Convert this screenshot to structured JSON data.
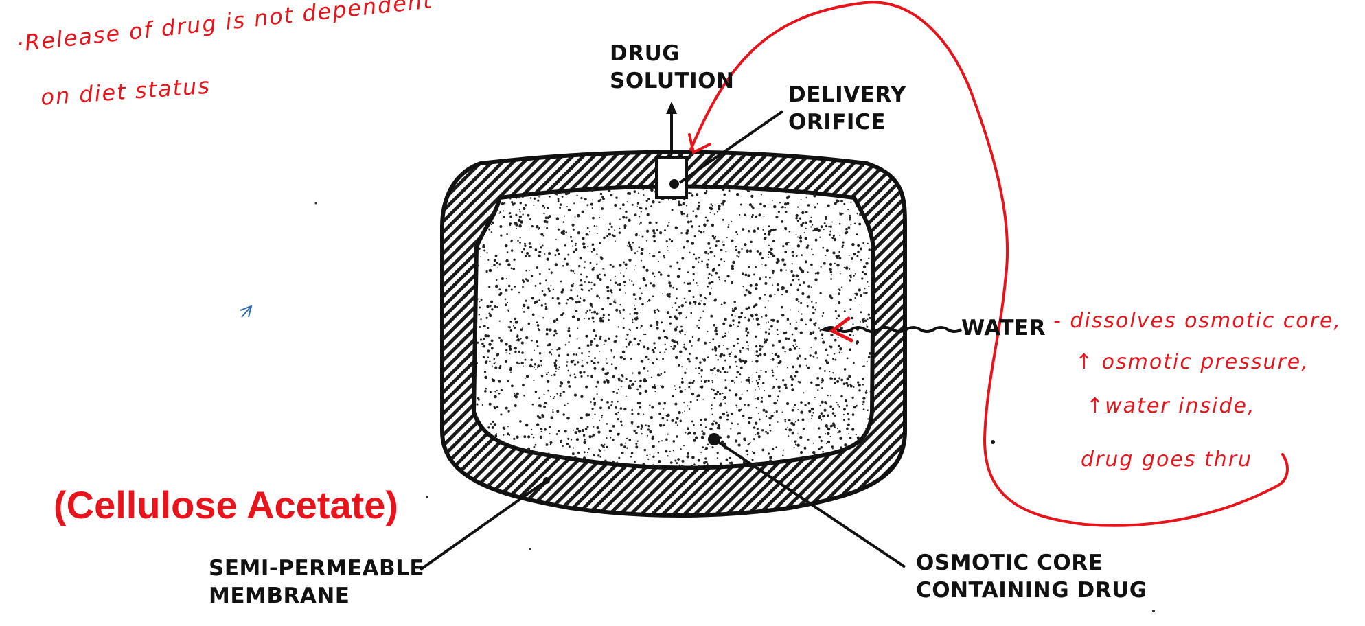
{
  "labels": {
    "drug_solution": [
      "DRUG",
      "SOLUTION"
    ],
    "delivery_orifice": [
      "DELIVERY",
      "ORIFICE"
    ],
    "water": "WATER",
    "semi_permeable_membrane": [
      "SEMI-PERMEABLE",
      "MEMBRANE"
    ],
    "osmotic_core": [
      "OSMOTIC CORE",
      "CONTAINING DRUG"
    ]
  },
  "annotations": {
    "release_note": [
      "·Release of drug is not dependent",
      "on diet status"
    ],
    "water_note": [
      "- dissolves osmotic core,",
      "↑ osmotic pressure,",
      "↑water inside,",
      "drug goes thru"
    ],
    "membrane_material": "(Cellulose Acetate)"
  },
  "colors": {
    "ink": "#111111",
    "annotation": "#e8141b",
    "pen_mark": "#2a6ab5"
  }
}
